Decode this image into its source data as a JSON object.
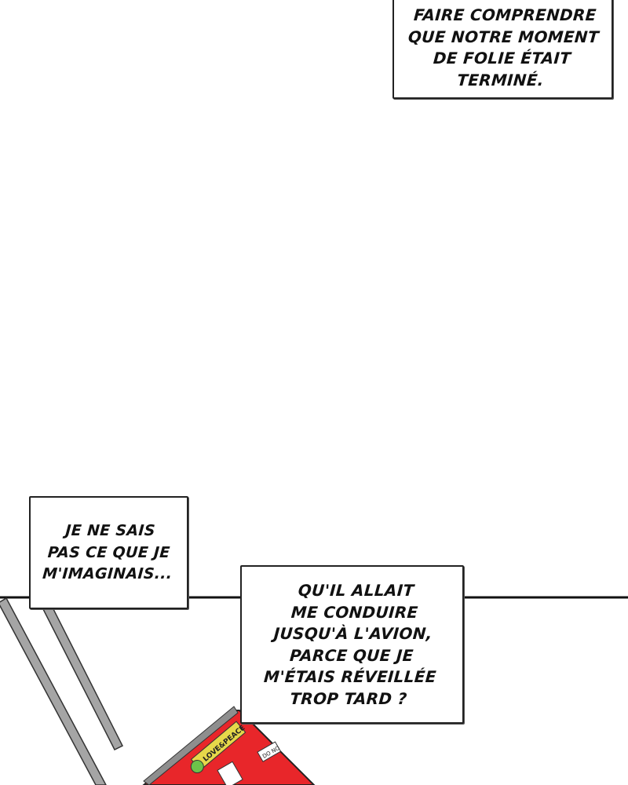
{
  "captions": [
    {
      "text": "FAIRE COMPRENDRE\nQUE NOTRE MOMENT\nDE FOLIE ÉTAIT\nTERMINÉ."
    },
    {
      "text": "JE NE SAIS\nPAS CE QUE JE\nM'IMAGINAIS..."
    },
    {
      "text": "QU'IL ALLAIT\nME CONDUIRE\nJUSQU'À L'AVION,\nPARCE QUE JE\nM'ÉTAIS RÉVEILLÉE\nTROP TARD ?"
    }
  ],
  "illustration": {
    "stickers": [
      "LOVE & PEACE",
      "DO NO"
    ],
    "suitcase_color": "#e8262a",
    "handle_color": "#9a9a9a"
  }
}
